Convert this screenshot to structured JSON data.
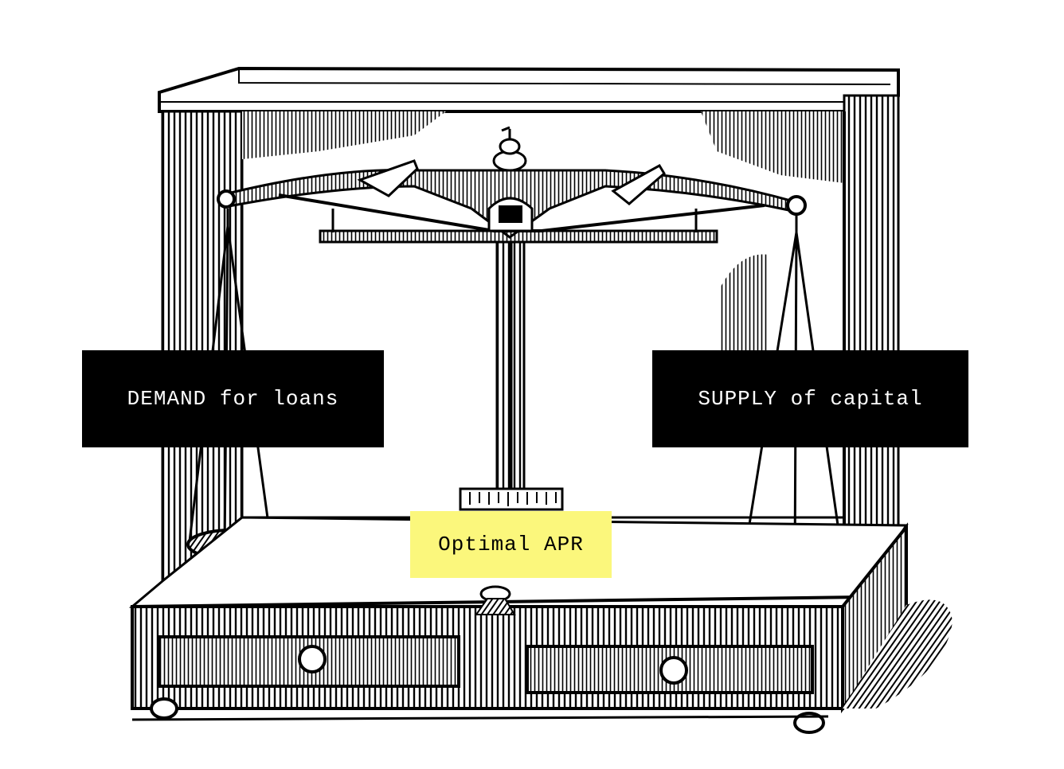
{
  "labels": {
    "demand": "DEMAND for loans",
    "supply": "SUPPLY of capital",
    "optimal": "Optimal APR"
  },
  "colors": {
    "ink": "#000000",
    "paper": "#ffffff",
    "label_dark_bg": "#000000",
    "label_dark_text": "#ffffff",
    "label_highlight_bg": "#fbf77c",
    "label_highlight_text": "#000000"
  },
  "illustration": {
    "subject": "antique-balance-scale-engraving"
  }
}
